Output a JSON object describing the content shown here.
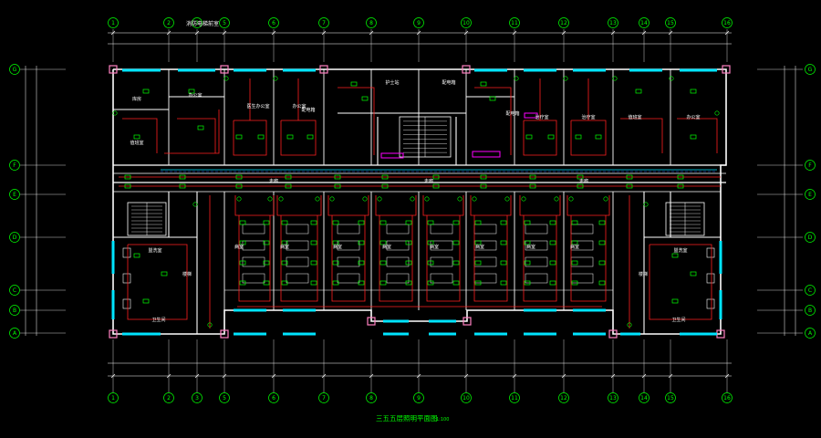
{
  "drawing": {
    "title": "三五五层照明平面图",
    "scale": "1:100",
    "top_note": "消防电梯前室"
  },
  "grid": {
    "columns": [
      "1",
      "2",
      "3",
      "5",
      "6",
      "7",
      "8",
      "9",
      "10",
      "11",
      "12",
      "13",
      "14",
      "15",
      "16"
    ],
    "rows": [
      "G",
      "F",
      "E",
      "D",
      "C",
      "B",
      "A"
    ]
  },
  "rooms": {
    "ward": "病室",
    "corridor": "走廊",
    "toilet": "卫生间",
    "stair": "楼梯",
    "nurse": "护士站",
    "doctor": "医生办公室",
    "treatment": "治疗室",
    "office": "办公室",
    "duty": "值班室",
    "wash": "盥洗室",
    "storage": "库房",
    "panel": "配电箱"
  },
  "colors": {
    "background": "#000000",
    "wall": "#ffffff",
    "grid_line": "#ffffff",
    "wiring": "#ff2020",
    "fixture": "#00ff00",
    "window": "#00e5ff",
    "column": "#ff80c0",
    "label": "#ffffff",
    "title": "#00ff00",
    "highlight": "#ff00ff"
  }
}
